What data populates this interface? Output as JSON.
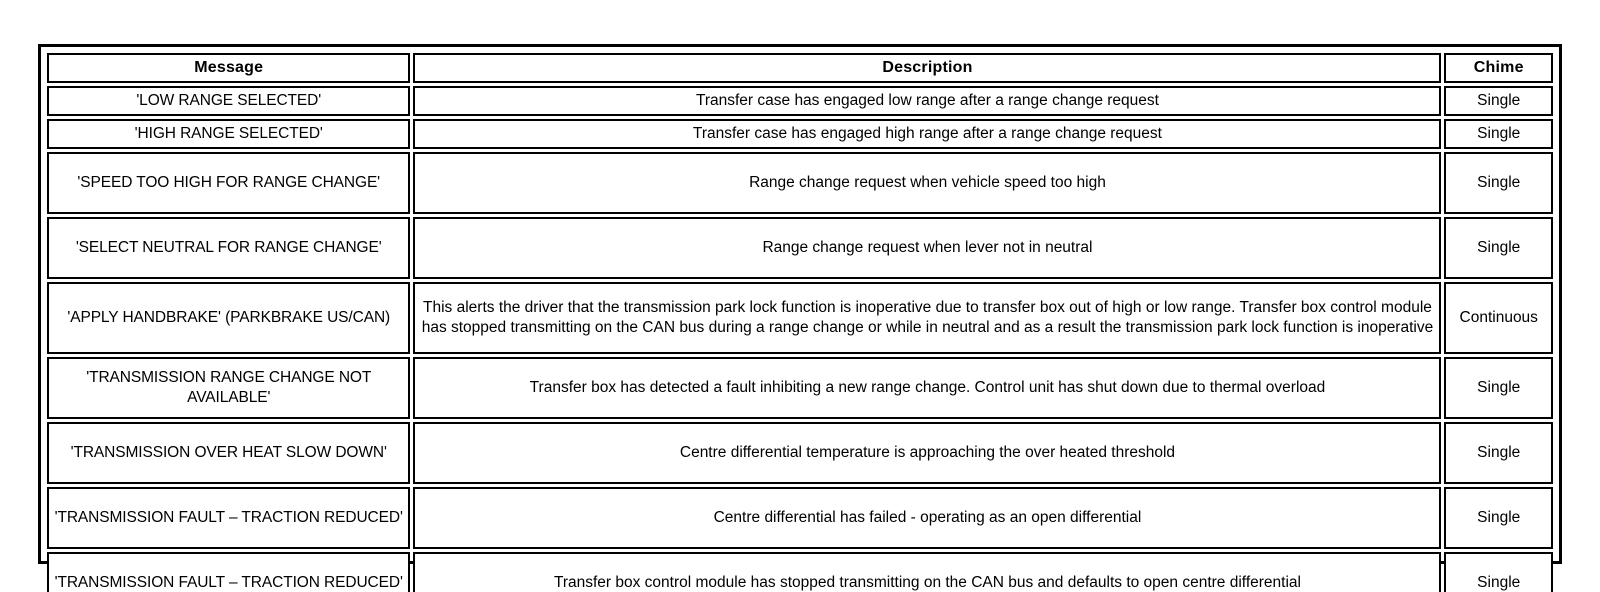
{
  "table": {
    "columns": [
      {
        "key": "message",
        "label": "Message"
      },
      {
        "key": "description",
        "label": "Description"
      },
      {
        "key": "chime",
        "label": "Chime"
      }
    ],
    "rows": [
      {
        "message": "'LOW RANGE SELECTED'",
        "description": "Transfer case has engaged low range after a range change request",
        "chime": "Single"
      },
      {
        "message": "'HIGH RANGE SELECTED'",
        "description": "Transfer case has engaged high range after a range change request",
        "chime": "Single"
      },
      {
        "message": "'SPEED TOO HIGH FOR RANGE CHANGE'",
        "description": "Range change request when vehicle speed too high",
        "chime": "Single"
      },
      {
        "message": "'SELECT NEUTRAL FOR RANGE CHANGE'",
        "description": "Range change request when lever not in neutral",
        "chime": "Single"
      },
      {
        "message": "'APPLY HANDBRAKE' (PARKBRAKE US/CAN)",
        "description": "This alerts the driver that the transmission park lock function is inoperative due to transfer box out of high or low range. Transfer box control module has stopped transmitting on the CAN bus during a range change or while in neutral and as a result the transmission park lock function is inoperative",
        "chime": "Continuous"
      },
      {
        "message": "'TRANSMISSION RANGE CHANGE NOT AVAILABLE'",
        "description": "Transfer box has detected a fault inhibiting a new range change. Control unit has shut down due to thermal overload",
        "chime": "Single"
      },
      {
        "message": "'TRANSMISSION OVER HEAT SLOW DOWN'",
        "description": "Centre differential temperature is approaching the over heated threshold",
        "chime": "Single"
      },
      {
        "message": "'TRANSMISSION FAULT – TRACTION REDUCED'",
        "description": "Centre differential has failed - operating as an open differential",
        "chime": "Single"
      },
      {
        "message": "'TRANSMISSION FAULT – TRACTION REDUCED'",
        "description": "Transfer box control module has stopped transmitting on the CAN bus and defaults to open centre differential",
        "chime": "Single"
      }
    ]
  },
  "colors": {
    "border": "#000000",
    "text": "#000000",
    "background": "#ffffff"
  }
}
